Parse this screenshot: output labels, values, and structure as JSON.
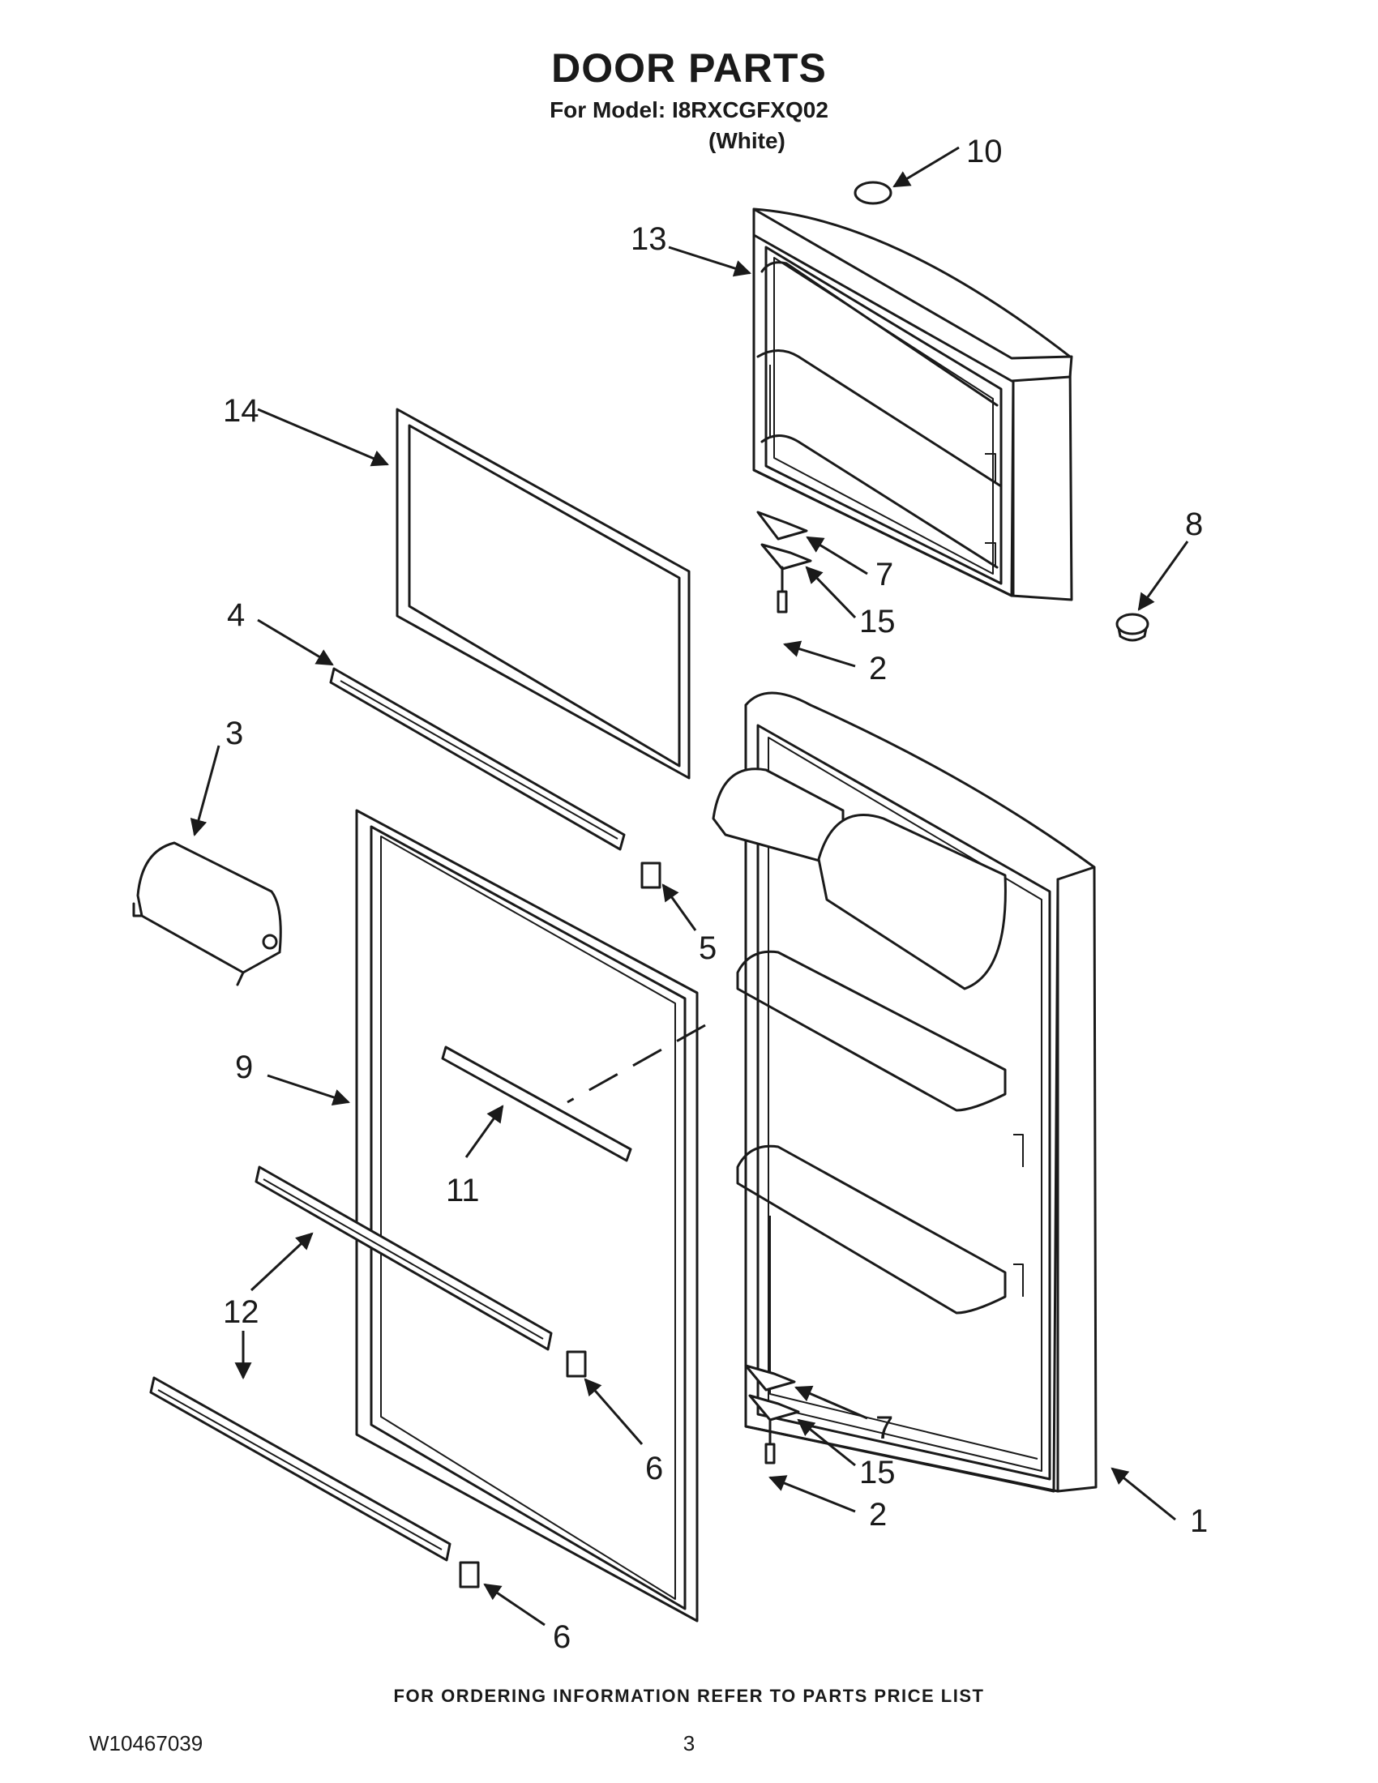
{
  "header": {
    "title": "DOOR PARTS",
    "model_line": "For Model: I8RXCGFXQ02",
    "color_note": "(White)"
  },
  "callouts": [
    "1",
    "2",
    "2",
    "3",
    "4",
    "5",
    "6",
    "6",
    "7",
    "7",
    "8",
    "9",
    "10",
    "11",
    "12",
    "13",
    "14",
    "15",
    "15"
  ],
  "footer": {
    "ordering_note": "FOR ORDERING INFORMATION REFER TO PARTS PRICE LIST",
    "document_number": "W10467039",
    "page_number": "3"
  }
}
